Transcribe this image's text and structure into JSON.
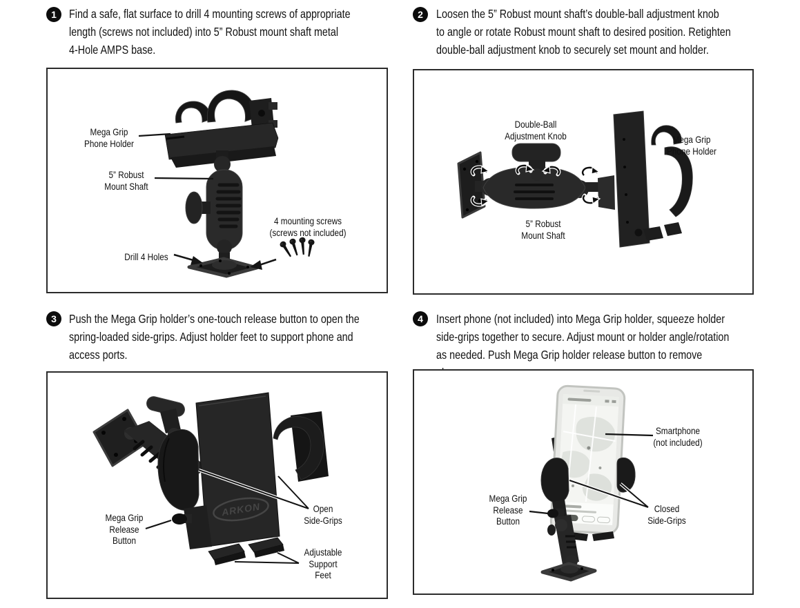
{
  "colors": {
    "background": "#ffffff",
    "text": "#121212",
    "badge": "#0c0c0c",
    "panel_border": "#2b2b2b",
    "product_dark": "#1c1c1c",
    "phone_screen": "#f4f5f2"
  },
  "steps": [
    {
      "number": "1",
      "text": "Find a safe, flat surface to drill 4 mounting screws of appropriate\nlength (screws not included) into 5” Robust mount shaft metal\n4-Hole AMPS base."
    },
    {
      "number": "2",
      "text": "Loosen the 5” Robust mount shaft’s double-ball adjustment knob\nto angle or rotate Robust mount shaft to desired position. Retighten\ndouble-ball adjustment knob to securely set mount and holder."
    },
    {
      "number": "3",
      "text": "Push the Mega Grip holder’s one-touch release button to open the\nspring-loaded side-grips. Adjust holder feet to support phone and\naccess ports."
    },
    {
      "number": "4",
      "text": "Insert phone (not included) into Mega Grip holder, squeeze holder\nside-grips together to secure. Adjust mount or holder angle/rotation\nas needed. Push Mega Grip holder release button to remove phone."
    }
  ],
  "panels": {
    "panel1": {
      "labels": {
        "phone_holder": "Mega Grip\nPhone Holder",
        "mount_shaft": "5” Robust\nMount Shaft",
        "mounting_screws": "4 mounting screws\n(screws not included)",
        "drill_holes": "Drill 4 Holes"
      }
    },
    "panel2": {
      "labels": {
        "adjustment_knob": "Double-Ball\nAdjustment Knob",
        "phone_holder": "Mega Grip\nPhone Holder",
        "mount_shaft": "5” Robust\nMount Shaft"
      }
    },
    "panel3": {
      "labels": {
        "release_button": "Mega Grip\nRelease\nButton",
        "open_side_grips": "Open\nSide-Grips",
        "support_feet": "Adjustable\nSupport\nFeet"
      },
      "logo": "ARKON"
    },
    "panel4": {
      "labels": {
        "smartphone": "Smartphone\n(not included)",
        "release_button": "Mega Grip\nRelease\nButton",
        "closed_side_grips": "Closed\nSide-Grips"
      }
    }
  }
}
